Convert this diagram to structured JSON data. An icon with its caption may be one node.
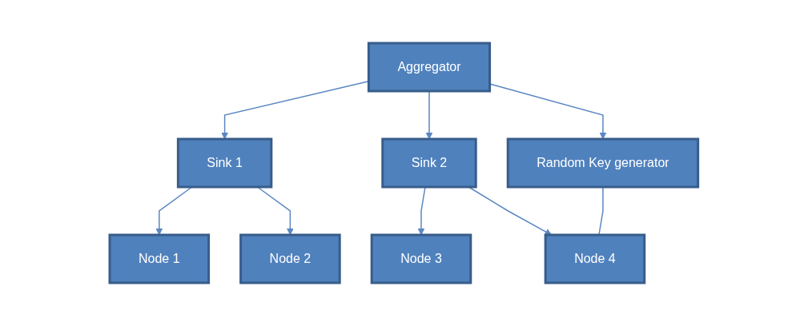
{
  "diagram": {
    "nodes": [
      {
        "text": [
          "Aggregator"
        ]
      },
      {
        "text": [
          "Sink 1"
        ]
      },
      {
        "text": [
          "Sink 2"
        ]
      },
      {
        "text": [
          "Random Key generator"
        ]
      },
      {
        "text": [
          "Node 1"
        ]
      },
      {
        "text": [
          "Node 2"
        ]
      },
      {
        "text": [
          "Node 3"
        ]
      },
      {
        "text": [
          "Node 4"
        ]
      }
    ],
    "edges": [
      {
        "from": 0,
        "to": 1,
        "arrow": "to"
      },
      {
        "from": 0,
        "to": 2,
        "arrow": "to"
      },
      {
        "from": 0,
        "to": 3,
        "arrow": "to"
      },
      {
        "from": 1,
        "to": 4,
        "arrow": "to"
      },
      {
        "from": 1,
        "to": 5,
        "arrow": "to"
      },
      {
        "from": 2,
        "to": 6,
        "arrow": "to"
      },
      {
        "from": 2,
        "to": 7,
        "arrow": "to"
      },
      {
        "from": 3,
        "to": 7,
        "arrow": "none"
      }
    ]
  }
}
